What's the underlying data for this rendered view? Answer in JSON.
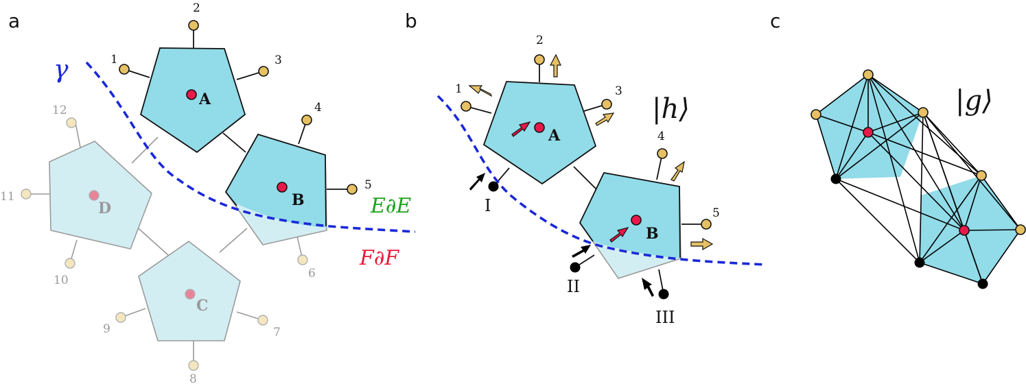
{
  "panels": {
    "a": {
      "label": "a",
      "curve_label": "γ",
      "nodes": [
        "A",
        "B",
        "C",
        "D"
      ],
      "legs": [
        "1",
        "2",
        "3",
        "4",
        "5",
        "6",
        "7",
        "8",
        "9",
        "10",
        "11",
        "12"
      ],
      "region_labels": {
        "e": "E∂E",
        "f": "F∂F"
      }
    },
    "b": {
      "label": "b",
      "nodes": [
        "A",
        "B"
      ],
      "legs": [
        "1",
        "2",
        "3",
        "4",
        "5"
      ],
      "cut_legs": [
        "I",
        "II",
        "III"
      ],
      "ket": "|h⟩"
    },
    "c": {
      "label": "c",
      "ket": "|g⟩"
    }
  },
  "colors": {
    "tensor_fill": "#92dbe8",
    "tensor_faint_fill": "#d3eef3",
    "leg_dot": "#e6c064",
    "leg_dot_faint": "#f4e6bf",
    "center_dot": "#e8194a",
    "center_dot_faint": "#e8849a",
    "curve": "#1a28d8",
    "region_e": "#1aa31a",
    "region_f": "#e81a3a",
    "cut_dot": "#000000"
  }
}
